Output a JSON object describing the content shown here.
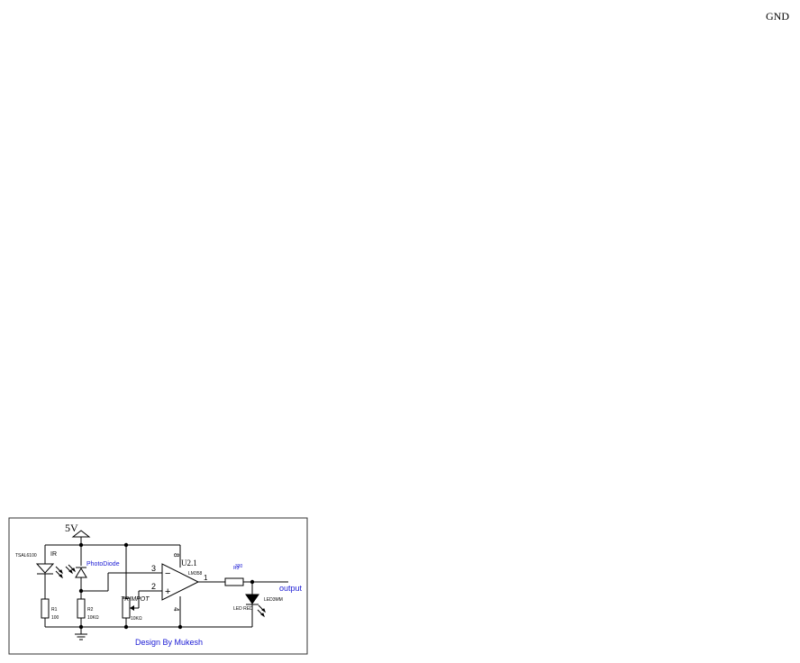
{
  "corner_label": "GND",
  "frame_credit": "Design By Mukesh",
  "supply_label": "5V",
  "components": {
    "ir_emitter": {
      "part": "TSAL6100",
      "name": "IR"
    },
    "photodiode": {
      "name": "PhotoDiode"
    },
    "r1": {
      "ref": "R1",
      "value": "100"
    },
    "r2": {
      "ref": "R2",
      "value": "10KΩ"
    },
    "trimpot": {
      "name": "TRIMPOT",
      "value": "10KΩ"
    },
    "opamp": {
      "ref": "U2.1",
      "part": "LM358",
      "pin_inverting": "3",
      "pin_noninverting": "2",
      "pin_output": "1",
      "pin_vcc": "8",
      "pin_gnd": "4",
      "sign_minus": "−",
      "sign_plus": "+"
    },
    "r_out": {
      "ref": "R3",
      "value": "330"
    },
    "led": {
      "part": "LED3MM",
      "name": "LED RED"
    }
  },
  "net_output": "output",
  "colors": {
    "wire": "#000000",
    "blue_text": "#1a1ad4",
    "frame": "#333333"
  }
}
